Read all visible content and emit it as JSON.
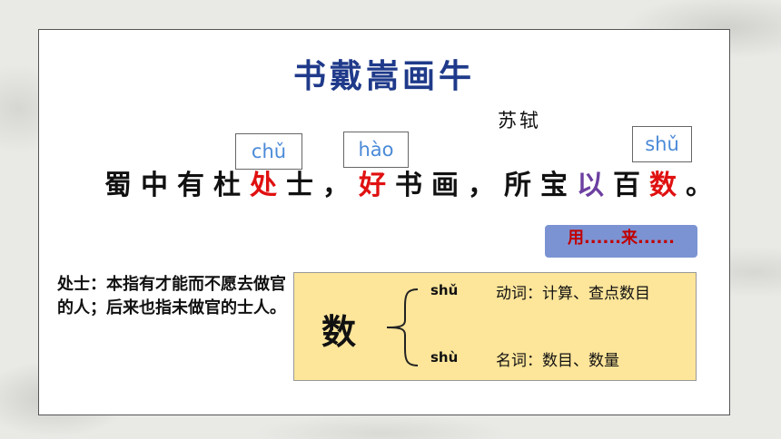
{
  "title": "书戴嵩画牛",
  "author": "苏轼",
  "pinyin": {
    "chu": "chǔ",
    "hao": "hào",
    "shu": "shǔ"
  },
  "sentence": {
    "p1": "蜀中有杜",
    "h1": "处",
    "p2": "士，",
    "h2": "好",
    "p3": "书画，所宝",
    "h3": "以",
    "p4": "百",
    "h4": "数",
    "p5": "。"
  },
  "yong_hint": "用......来......",
  "note": "处士：本指有才能而不愿去做官的人；后来也指未做官的士人。",
  "shu_detail": {
    "char": "数",
    "readings": [
      {
        "pinyin": "shǔ",
        "definition": "动词：计算、查点数目"
      },
      {
        "pinyin": "shù",
        "definition": "名词：数目、数量"
      }
    ]
  }
}
